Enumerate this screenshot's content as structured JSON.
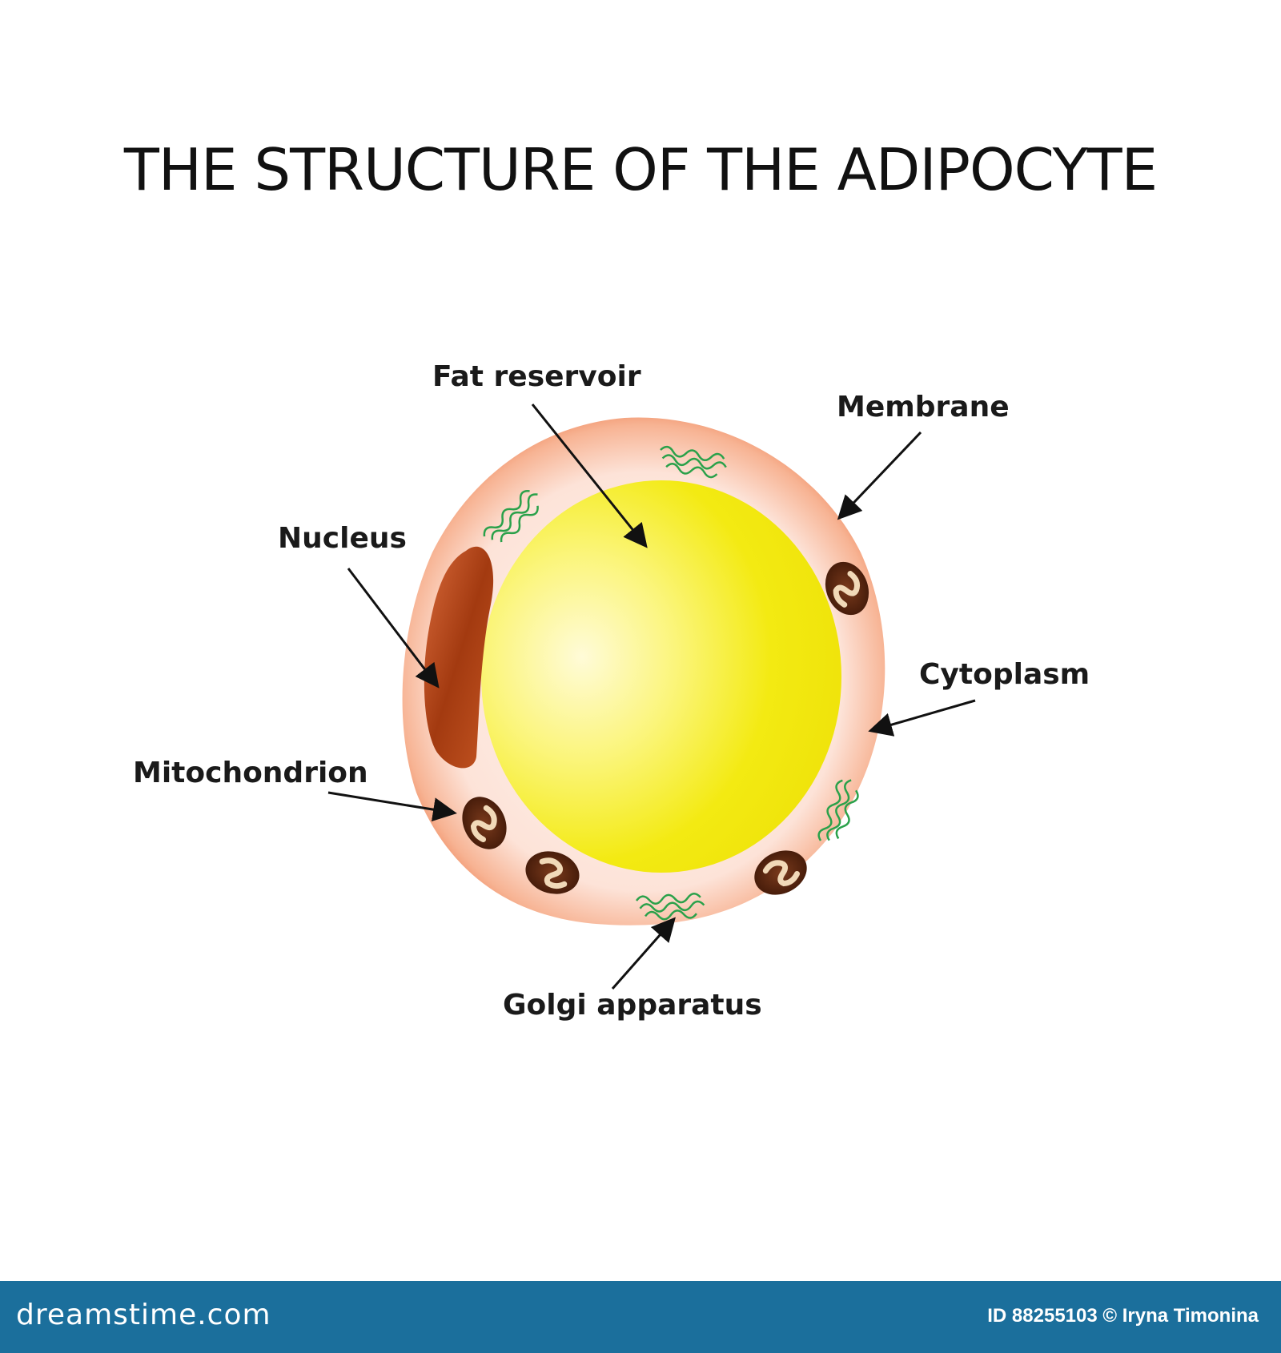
{
  "title": "THE STRUCTURE OF THE ADIPOCYTE",
  "labels": {
    "fat_reservoir": "Fat reservoir",
    "membrane": "Membrane",
    "nucleus": "Nucleus",
    "cytoplasm": "Cytoplasm",
    "mitochondrion": "Mitochondrion",
    "golgi": "Golgi apparatus"
  },
  "footer": {
    "logo": "dreamstime.com",
    "credit": "ID 88255103 © Iryna Timonina"
  },
  "colors": {
    "fat": "#f5ee10",
    "membrane": "#f4a27c",
    "cytoplasm": "#fde7e0",
    "nucleus": "#c24f1a",
    "mitochondrion": "#4a1f0c",
    "golgi": "#2aa14a",
    "footer": "#1b6f9c"
  }
}
